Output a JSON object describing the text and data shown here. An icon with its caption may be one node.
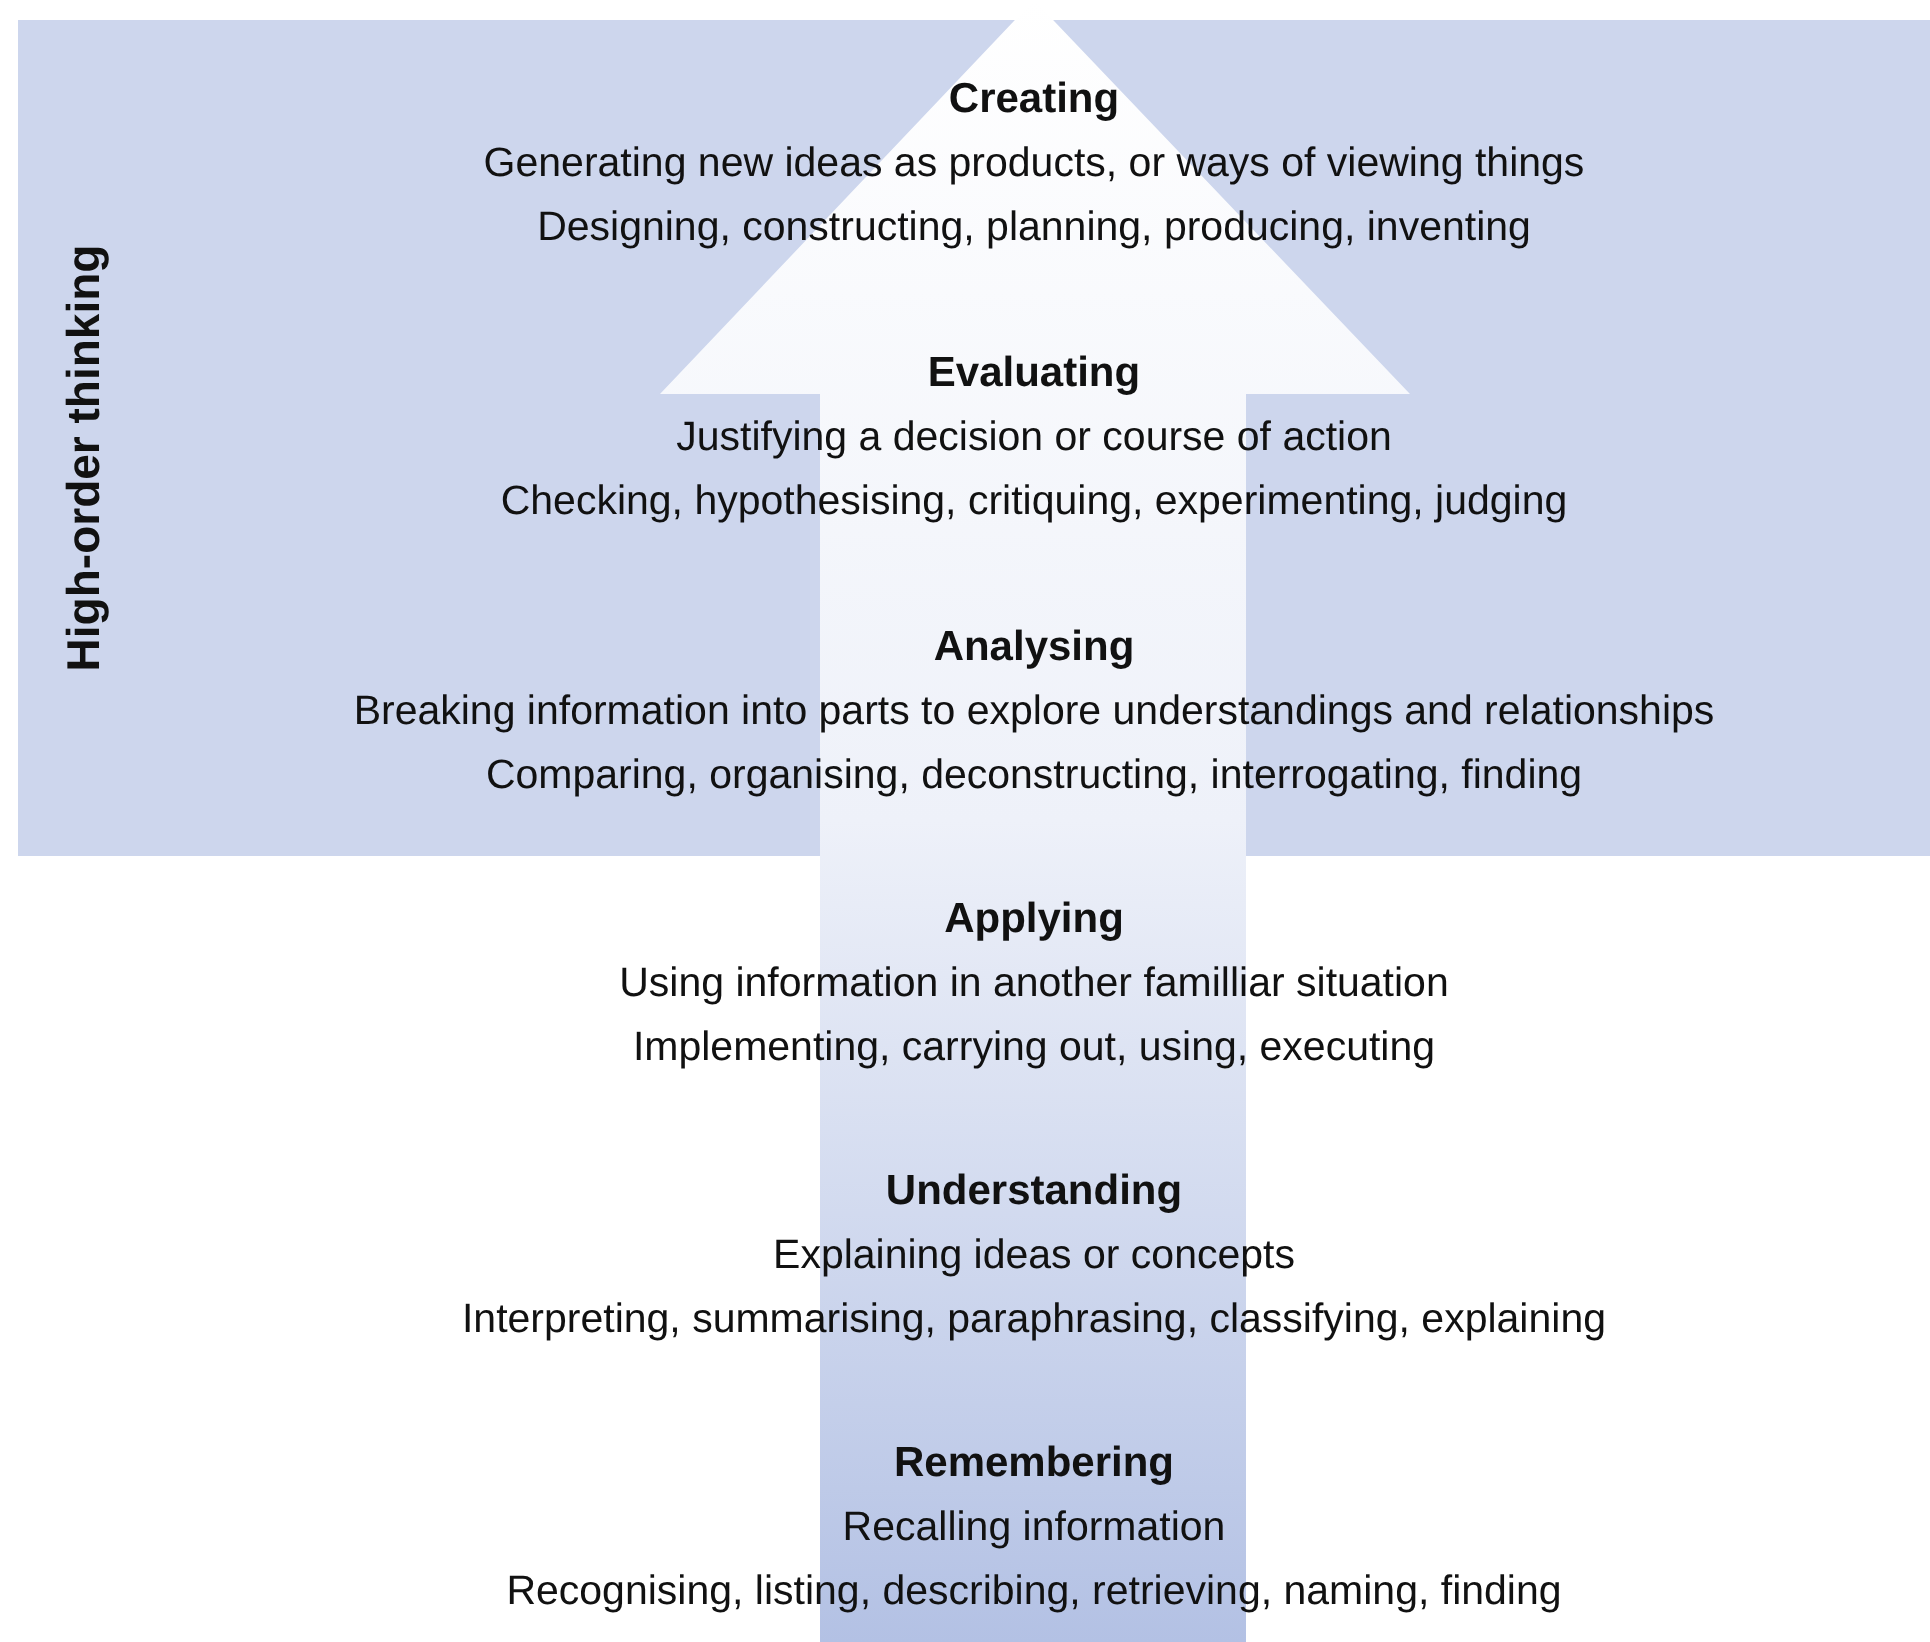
{
  "diagram": {
    "nodes": [
      {
        "text": [
          "High-order thinking"
        ]
      },
      {
        "text": [
          "Creating",
          "Generating new ideas as products, or ways of viewing things",
          "Designing, constructing, planning, producing, inventing"
        ],
        "in": 0
      },
      {
        "text": [
          "Evaluating",
          "Justifying a decision or course of action",
          "Checking, hypothesising, critiquing, experimenting, judging"
        ],
        "in": 0
      },
      {
        "text": [
          "Analysing",
          "Breaking information into parts to explore understandings and relationships",
          "Comparing, organising, deconstructing, interrogating, finding"
        ],
        "in": 0
      },
      {
        "text": [
          "Applying",
          "Using information in another familliar situation",
          "Implementing, carrying out, using, executing"
        ]
      },
      {
        "text": [
          "Understanding",
          "Explaining ideas or concepts",
          "Interpreting, summarising, paraphrasing, classifying, explaining"
        ]
      },
      {
        "text": [
          "Remembering",
          "Recalling information",
          "Recognising, listing, describing, retrieving, naming, finding"
        ]
      }
    ],
    "edges": []
  }
}
